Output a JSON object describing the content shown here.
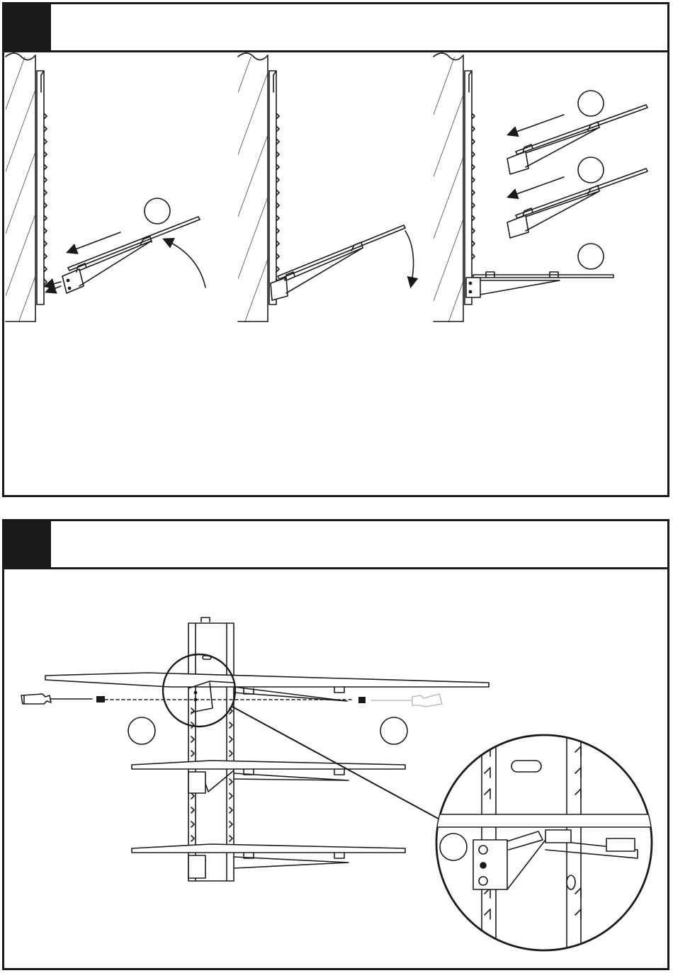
{
  "step_1": {
    "number": "",
    "title": "",
    "figures": [
      {
        "name": "hook-bracket-into-rail",
        "callouts": [
          ""
        ]
      },
      {
        "name": "lower-shelf-into-place",
        "callouts": []
      },
      {
        "name": "install-remaining-shelves",
        "callouts": [
          "",
          "",
          ""
        ]
      }
    ]
  },
  "step_2": {
    "number": "",
    "title": "",
    "callouts": [
      "",
      "",
      ""
    ]
  },
  "colors": {
    "line": "#1a1a1a",
    "fill": "#ffffff",
    "wall_hatch": "#1a1a1a"
  },
  "icons": [
    "screwdriver-icon",
    "set-screw-icon",
    "detail-magnifier-circle"
  ]
}
